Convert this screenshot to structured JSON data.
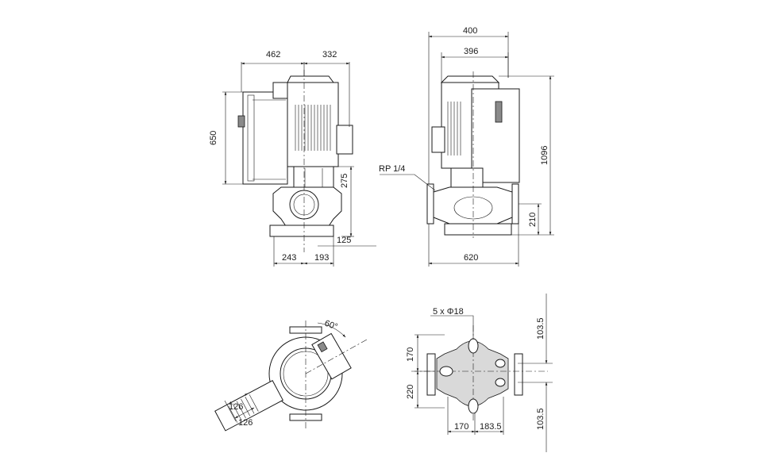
{
  "views": {
    "front": {
      "dims": {
        "w_left": "462",
        "w_right": "332",
        "h_total": "650",
        "h_axis": "275",
        "offset_125": "125",
        "base_left": "243",
        "base_right": "193"
      }
    },
    "side": {
      "dims": {
        "w_outer": "400",
        "w_inner": "396",
        "h_total": "1096",
        "h_axis": "210",
        "length": "620",
        "port_label": "RP 1/4"
      }
    },
    "top": {
      "dims": {
        "angle": "60°",
        "a": "126",
        "b": "126"
      }
    },
    "foot": {
      "dims": {
        "holes": "5 x Φ18",
        "h_upper": "170",
        "h_lower": "220",
        "w_left": "170",
        "w_right": "183.5",
        "v_top": "103.5",
        "v_bottom": "103.5"
      }
    }
  }
}
